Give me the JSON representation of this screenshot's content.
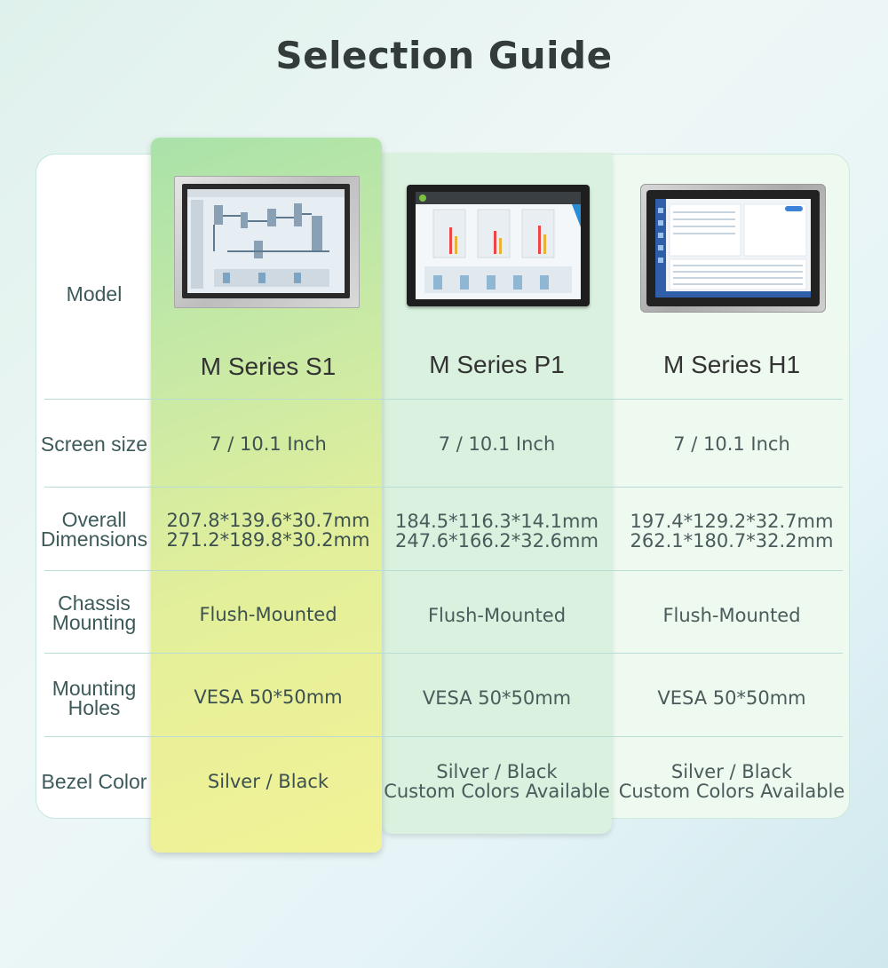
{
  "title": "Selection Guide",
  "row_labels": {
    "model": "Model",
    "screen_size": "Screen size",
    "dimensions": [
      "Overall",
      "Dimensions"
    ],
    "chassis": [
      "Chassis",
      "Mounting"
    ],
    "holes": [
      "Mounting",
      "Holes"
    ],
    "bezel": "Bezel Color"
  },
  "products": [
    {
      "name": "M Series S1",
      "screen_size": "7 / 10.1 Inch",
      "dimensions": [
        "207.8*139.6*30.7mm",
        "271.2*189.8*30.2mm"
      ],
      "chassis": "Flush-Mounted",
      "holes": "VESA 50*50mm",
      "bezel": [
        "Silver / Black"
      ]
    },
    {
      "name": "M Series P1",
      "screen_size": "7 / 10.1 Inch",
      "dimensions": [
        "184.5*116.3*14.1mm",
        "247.6*166.2*32.6mm"
      ],
      "chassis": "Flush-Mounted",
      "holes": "VESA 50*50mm",
      "bezel": [
        "Silver / Black",
        "Custom Colors Available"
      ]
    },
    {
      "name": "M Series H1",
      "screen_size": "7 / 10.1 Inch",
      "dimensions": [
        "197.4*129.2*32.7mm",
        "262.1*180.7*32.2mm"
      ],
      "chassis": "Flush-Mounted",
      "holes": "VESA 50*50mm",
      "bezel": [
        "Silver / Black",
        "Custom Colors Available"
      ]
    }
  ],
  "colors": {
    "highlight_start": "#a9e2a9",
    "highlight_end": "#f2f296",
    "p1_column": "#d9f1de",
    "h1_column": "#eef9ef",
    "divider": "#b9ddd4"
  }
}
